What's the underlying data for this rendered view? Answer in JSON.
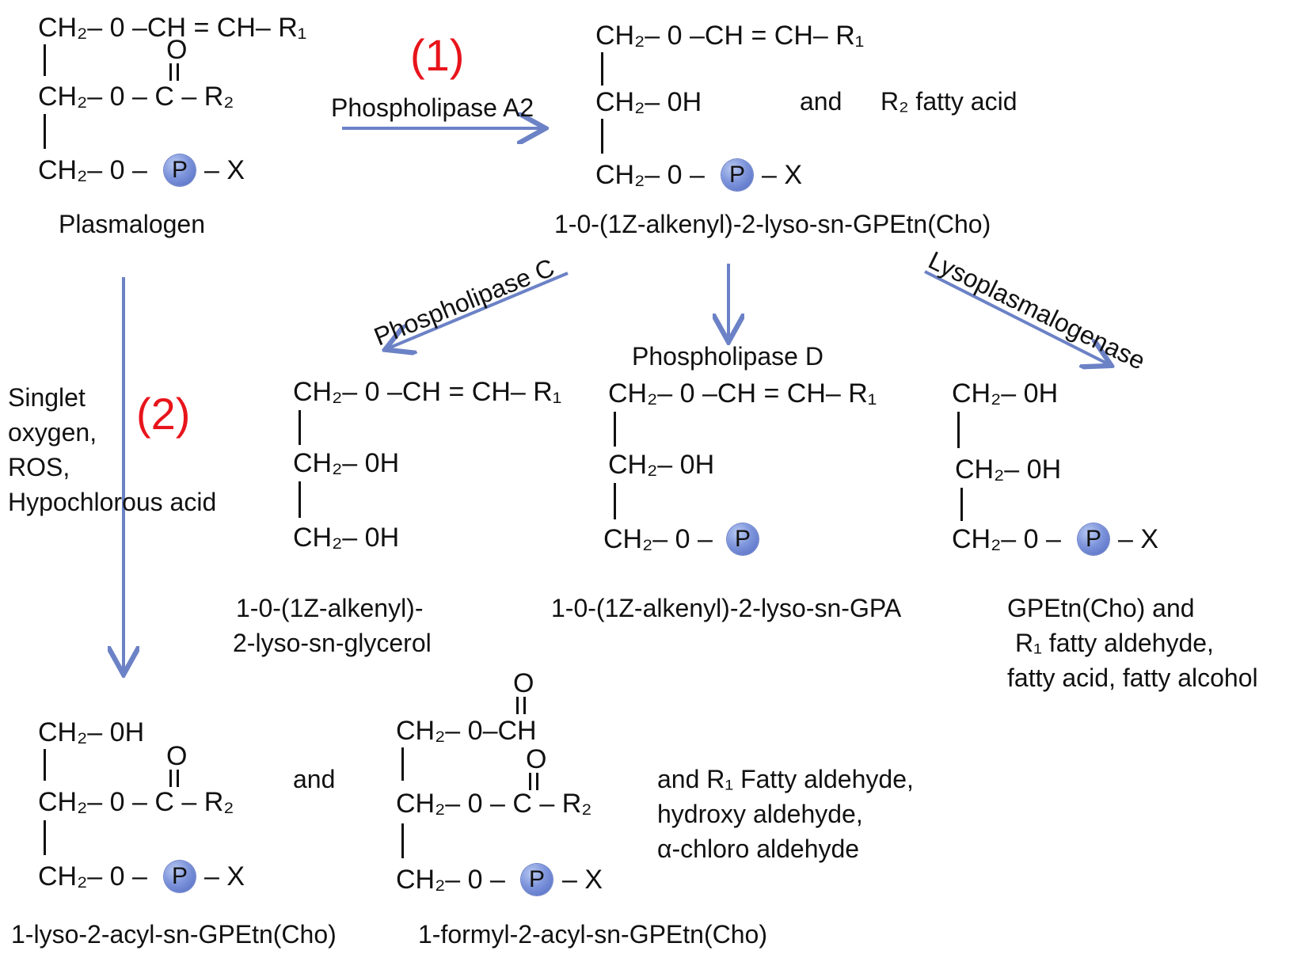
{
  "step_labels": {
    "step1": "(1)",
    "step2": "(2)"
  },
  "colors": {
    "arrow": "#6c82c6",
    "step_label": "#e8141b",
    "phosphate": "#7e95dc"
  },
  "symbols": {
    "P": "P",
    "O": "O"
  },
  "plasmalogen": {
    "l1": "CH₂– 0 –CH = CH– R₁",
    "l2": "CH₂– 0 – C – R₂",
    "l3a": "CH₂– 0 –",
    "l3b": "– X",
    "name": "Plasmalogen"
  },
  "enzyme_pla2": "Phospholipase A2",
  "product1": {
    "l1": "CH₂– 0 –CH = CH– R₁",
    "l2": "CH₂– 0H",
    "l3a": "CH₂– 0 –",
    "l3b": "– X",
    "and": "and",
    "coproduct": "R₂ fatty acid",
    "name": "1-0-(1Z-alkenyl)-2-lyso-sn-GPEtn(Cho)"
  },
  "enzymes": {
    "plc": "Phospholipase C",
    "pld": "Phospholipase D",
    "lyso": "Lysoplasmalogenase"
  },
  "oxidants": [
    "Singlet",
    "oxygen,",
    "ROS,",
    "Hypochlorous acid"
  ],
  "plc_product": {
    "l1": "CH₂– 0 –CH = CH– R₁",
    "l2": "CH₂– 0H",
    "l3": "CH₂– 0H",
    "name_line1": "1-0-(1Z-alkenyl)-",
    "name_line2": "2-lyso-sn-glycerol"
  },
  "pld_product": {
    "l1": "CH₂– 0 –CH = CH– R₁",
    "l2": "CH₂– 0H",
    "l3a": "CH₂– 0 –",
    "name": "1-0-(1Z-alkenyl)-2-lyso-sn-GPA"
  },
  "lyso_product": {
    "l1": "CH₂– 0H",
    "l2": "CH₂– 0H",
    "l3a": "CH₂– 0 –",
    "l3b": "– X",
    "name_line1": "GPEtn(Cho) and",
    "name_line2": "R₁ fatty aldehyde,",
    "name_line3": "fatty acid, fatty alcohol"
  },
  "oxid_product1": {
    "l1": "CH₂– 0H",
    "l2": "CH₂– 0 – C – R₂",
    "l3a": "CH₂– 0 –",
    "l3b": "– X",
    "name": "1-lyso-2-acyl-sn-GPEtn(Cho)"
  },
  "oxid_and": "and",
  "oxid_product2": {
    "l1": "CH₂– 0–CH",
    "l2": "CH₂– 0 – C – R₂",
    "l3a": "CH₂– 0 –",
    "l3b": "– X",
    "name": "1-formyl-2-acyl-sn-GPEtn(Cho)"
  },
  "oxid_extra": [
    "and  R₁ Fatty aldehyde,",
    "hydroxy aldehyde,",
    "α-chloro aldehyde"
  ]
}
